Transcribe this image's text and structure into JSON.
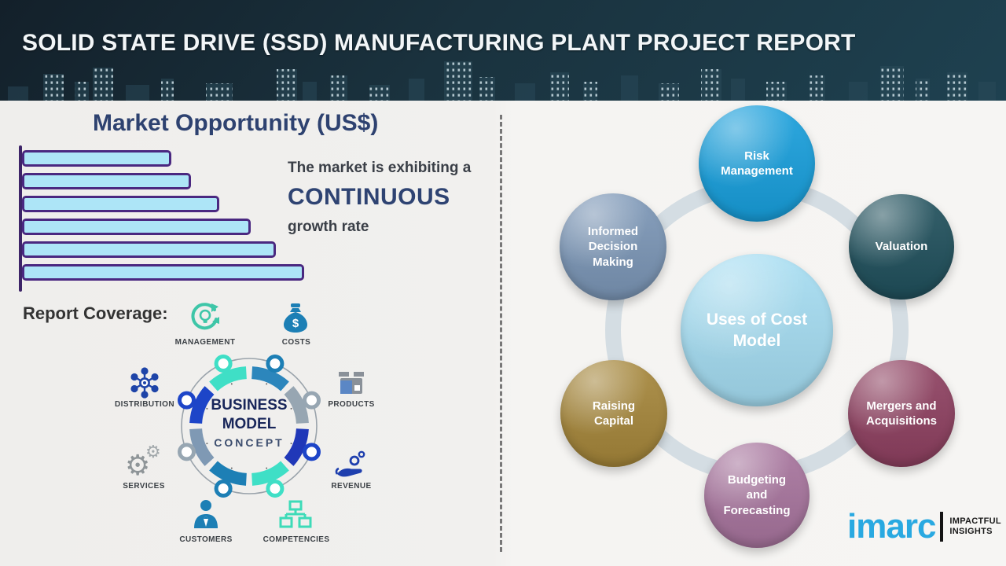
{
  "header": {
    "title": "SOLID STATE DRIVE (SSD) MANUFACTURING PLANT PROJECT REPORT"
  },
  "left": {
    "section_title": "Market Opportunity (US$)",
    "market_text": {
      "line1": "The market is exhibiting a",
      "emphasis": "CONTINUOUS",
      "line2": "growth rate"
    },
    "report_coverage_label": "Report Coverage:",
    "business_model": {
      "center_line1": "BUSINESS",
      "center_line2": "MODEL",
      "center_line3": "CONCEPT",
      "labels": {
        "management": "MANAGEMENT",
        "costs": "COSTS",
        "distribution": "DISTRIBUTION",
        "products": "PRODUCTS",
        "services": "SERVICES",
        "revenue": "REVENUE",
        "customers": "CUSTOMERS",
        "competencies": "COMPETENCIES"
      },
      "segment_colors": {
        "top_left": "#3fdfc6",
        "top_right": "#2c86bc",
        "right_upper": "#97a6b2",
        "right_lower": "#2038b8",
        "bottom_right": "#3fdfc6",
        "bottom_left": "#1d7fb5",
        "left_lower": "#7f99b4",
        "left_upper": "#1d45c8"
      },
      "node_colors": {
        "top_left": "#3fdfc6",
        "top_right": "#1d7fb5",
        "right_upper": "#97a6b2",
        "right_lower": "#1d45c8",
        "bottom_right": "#3fdfc6",
        "bottom_left": "#1d7fb5",
        "left_lower": "#97a6b2",
        "left_upper": "#1d45c8"
      }
    }
  },
  "right": {
    "ring_color": "#d4dde3",
    "center_circle": {
      "label": "Uses of Cost Model",
      "color": "#a5ddf2"
    },
    "circles": [
      {
        "id": "risk-management",
        "label": "Risk Management",
        "color": "#189fdc"
      },
      {
        "id": "informed-decision-making",
        "label": "Informed Decision Making",
        "color": "#7b96b6"
      },
      {
        "id": "valuation",
        "label": "Valuation",
        "color": "#20505c"
      },
      {
        "id": "raising-capital",
        "label": "Raising Capital",
        "color": "#a5863a"
      },
      {
        "id": "mergers-acquisitions",
        "label": "Mergers and Acquisitions",
        "color": "#8e4060"
      },
      {
        "id": "budgeting-forecasting",
        "label": "Budgeting and Forecasting",
        "color": "#a7749d"
      }
    ]
  },
  "logo": {
    "brand": "imarc",
    "brand_color": "#29a9e1",
    "tagline_line1": "IMPACTFUL",
    "tagline_line2": "INSIGHTS"
  },
  "chart_data": {
    "type": "bar",
    "title": "Market Opportunity (US$)",
    "orientation": "horizontal",
    "categories": [
      "",
      "",
      "",
      "",
      "",
      ""
    ],
    "values": [
      53,
      60,
      70,
      81,
      90,
      100
    ],
    "value_note": "bar lengths estimated as percent of longest bar; axis and bars are unlabeled in the image",
    "xlabel": "",
    "ylabel": "",
    "bar_fill": "#ade5f7",
    "bar_border": "#4a2880",
    "grid": false,
    "legend": false
  }
}
